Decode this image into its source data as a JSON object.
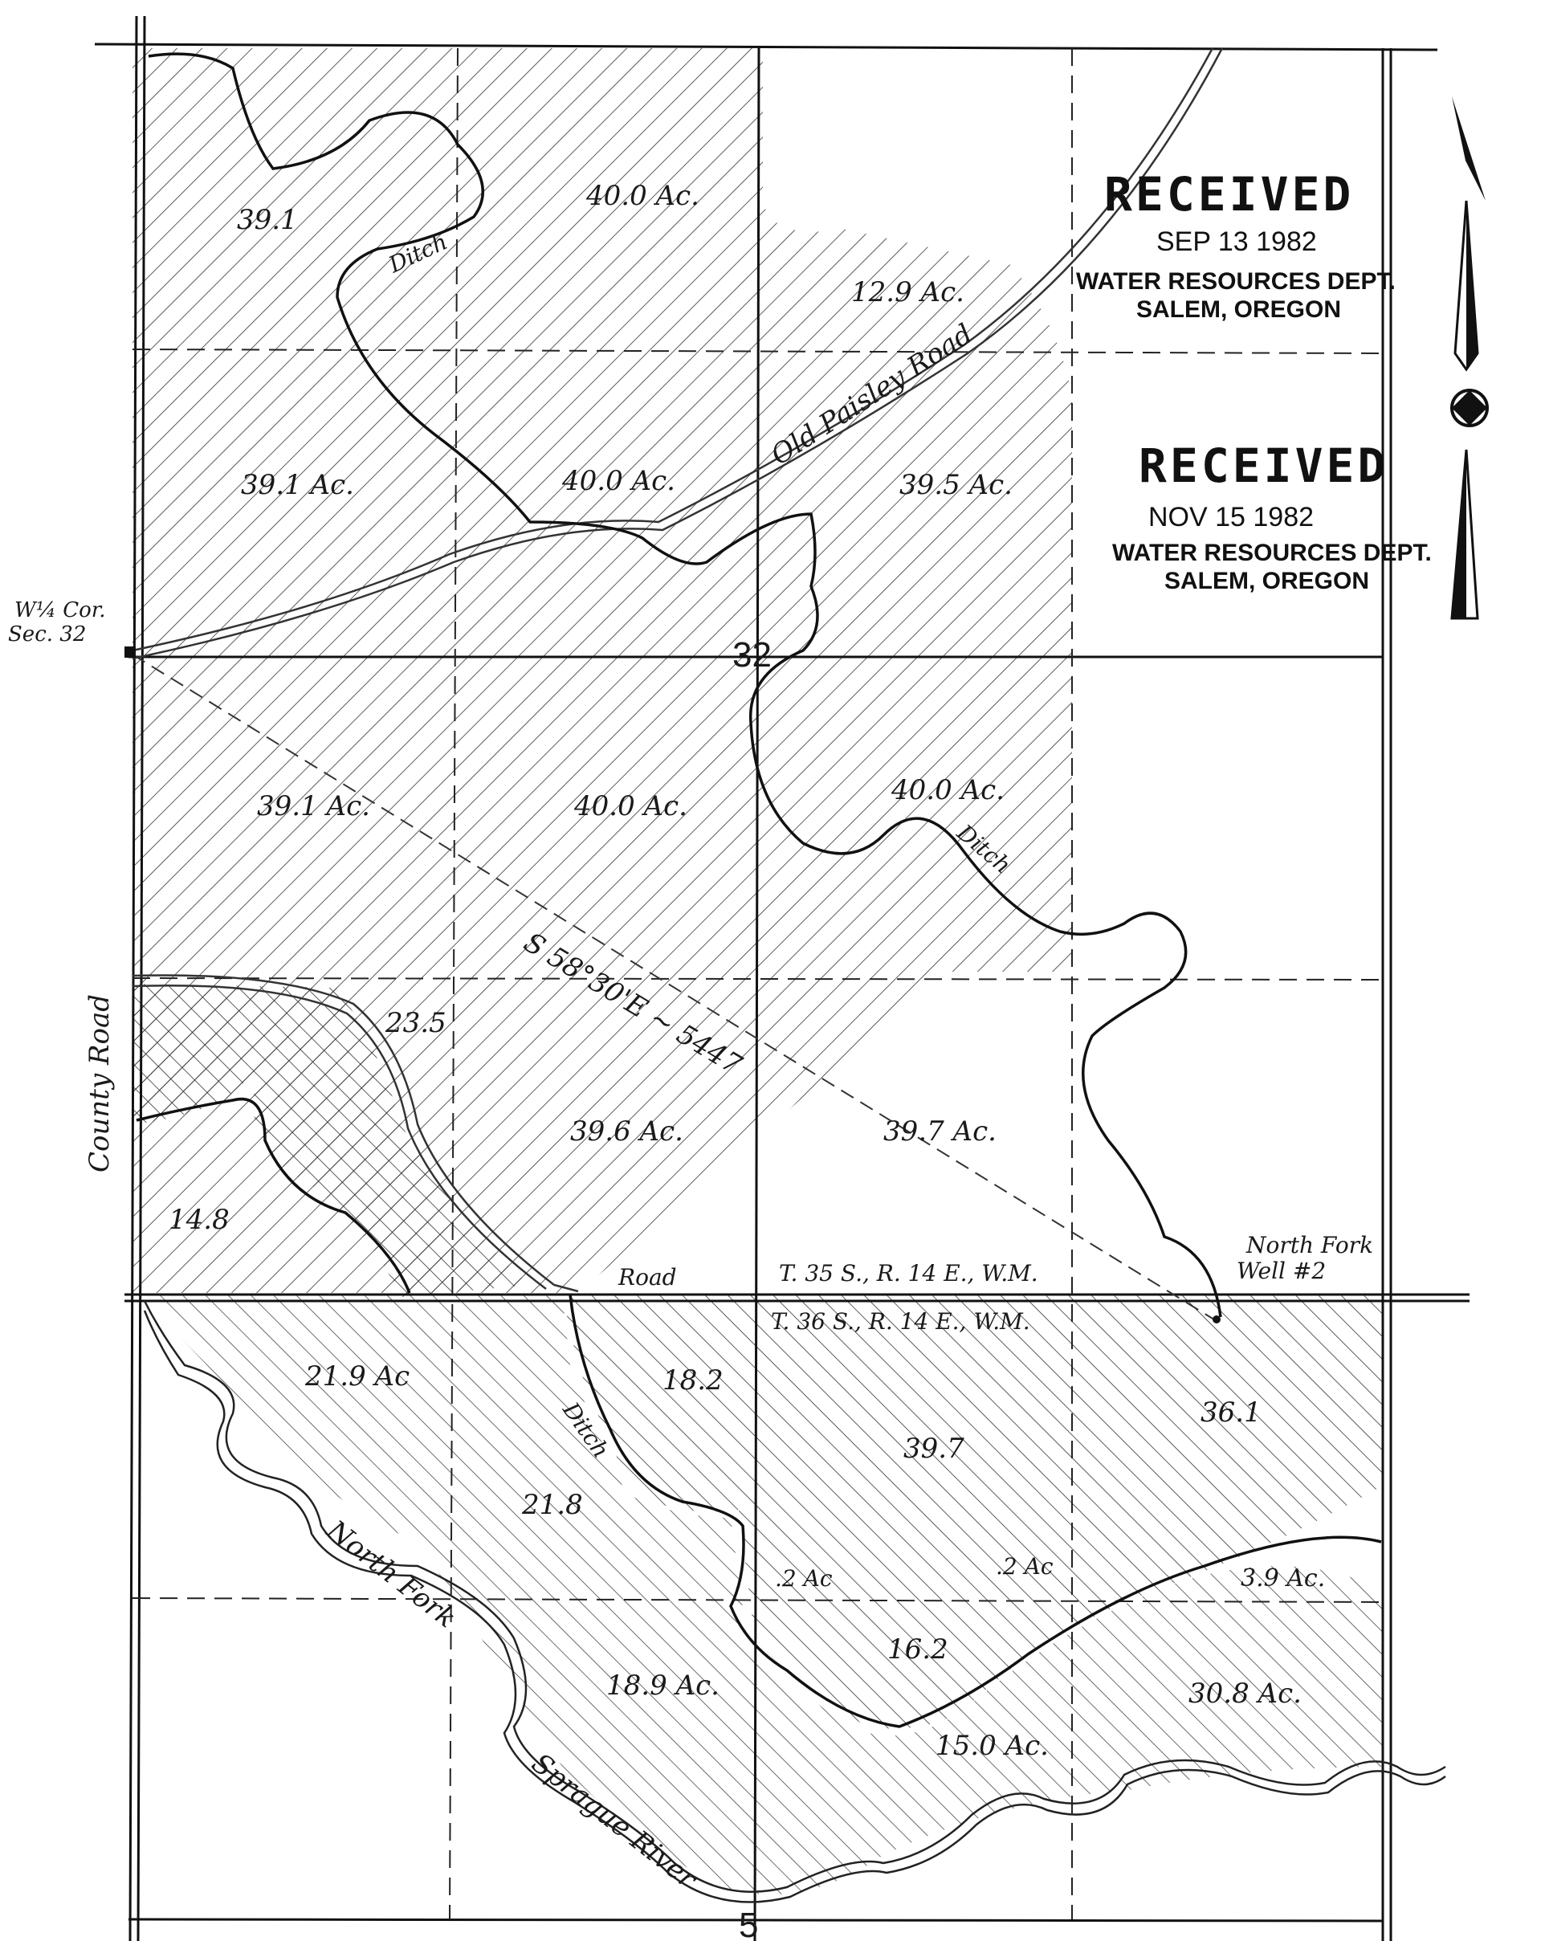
{
  "stamps": {
    "first": {
      "title": "RECEIVED",
      "date": "SEP 13 1982",
      "dept": "WATER RESOURCES DEPT.",
      "city": "SALEM, OREGON"
    },
    "second": {
      "title": "RECEIVED",
      "date": "NOV 15 1982",
      "dept": "WATER RESOURCES DEPT.",
      "city": "SALEM, OREGON"
    }
  },
  "labels": {
    "section_32": "32",
    "section_5": "5",
    "corner_line1": "W¼ Cor.",
    "corner_line2": "Sec. 32",
    "township_north": "T. 35 S., R. 14 E., W.M.",
    "township_south": "T. 36 S., R. 14 E., W.M.",
    "bearing": "S 58°30'E ~ 5447",
    "old_paisley_road": "Old Paisley Road",
    "county_road": "County Road",
    "road": "Road",
    "ditch": "Ditch",
    "north_fork": "North Fork",
    "sprague_river": "Sprague River",
    "well_line1": "North Fork",
    "well_line2": "Well #2"
  },
  "acreage": [
    {
      "id": "a1",
      "text": "39.1"
    },
    {
      "id": "a2",
      "text": "40.0 Ac."
    },
    {
      "id": "a3",
      "text": "12.9 Ac."
    },
    {
      "id": "a4",
      "text": "39.1 Ac."
    },
    {
      "id": "a5",
      "text": "40.0 Ac."
    },
    {
      "id": "a6",
      "text": "39.5 Ac."
    },
    {
      "id": "a7",
      "text": "39.1 Ac."
    },
    {
      "id": "a8",
      "text": "40.0 Ac."
    },
    {
      "id": "a9",
      "text": "40.0 Ac."
    },
    {
      "id": "a10",
      "text": "23.5"
    },
    {
      "id": "a11",
      "text": "39.6 Ac."
    },
    {
      "id": "a12",
      "text": "39.7 Ac."
    },
    {
      "id": "a13",
      "text": "14.8"
    },
    {
      "id": "a14",
      "text": "21.9 Ac"
    },
    {
      "id": "a15",
      "text": "18.2"
    },
    {
      "id": "a16",
      "text": "39.7"
    },
    {
      "id": "a17",
      "text": "36.1"
    },
    {
      "id": "a18",
      "text": "21.8"
    },
    {
      "id": "a19",
      "text": ".2 Ac"
    },
    {
      "id": "a20",
      "text": ".2 Ac"
    },
    {
      "id": "a21",
      "text": "3.9 Ac."
    },
    {
      "id": "a22",
      "text": "16.2"
    },
    {
      "id": "a23",
      "text": "18.9 Ac."
    },
    {
      "id": "a24",
      "text": "30.8 Ac."
    },
    {
      "id": "a25",
      "text": "15.0 Ac."
    }
  ]
}
